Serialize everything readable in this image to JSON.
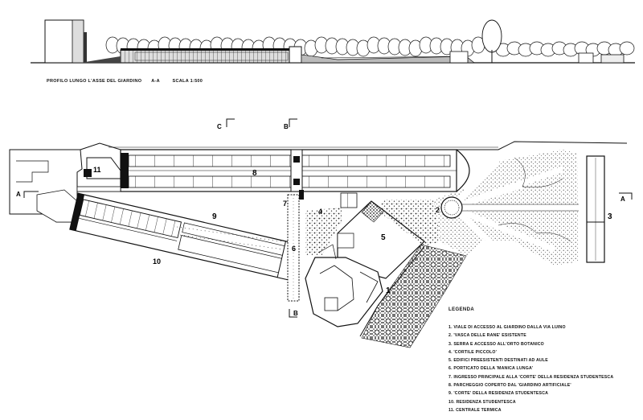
{
  "profile_caption": "PROFILO LUNGO L'ASSE DEL GIARDINO",
  "section_tag": "A-A",
  "scale_text": "SCALA 1:500",
  "section_markers": {
    "a_left": "A",
    "a_right": "A",
    "b_top": "B",
    "b_bottom": "B",
    "c_top": "C"
  },
  "plan_numbers": [
    "1",
    "2",
    "3",
    "4",
    "5",
    "6",
    "7",
    "8",
    "9",
    "10",
    "11"
  ],
  "legend": {
    "title": "LEGENDA",
    "items": [
      "1. VIALE DI ACCESSO AL GIARDINO DALLA VIA LUINO",
      "2. 'VASCA DELLE RANE' ESISTENTE",
      "3. SERRA E ACCESSO ALL'ORTO BOTANICO",
      "4. 'CORTILE PICCOLO'",
      "5. EDIFICI PREESISTENTI DESTINATI AD AULE",
      "6. PORTICATO DELLA 'MANICA LUNGA'",
      "7. INGRESSO PRINCIPALE ALLA 'CORTE' DELLA RESIDENZA STUDENTESCA",
      "8. PARCHEGGIO COPERTO DAL 'GIARDINO ARTIFICIALE'",
      "9. 'CORTE' DELLA RESIDENZA STUDENTESCA",
      "10. RESIDENZA STUDENTESCA",
      "11. CENTRALE TERMICA"
    ]
  },
  "colors": {
    "ink": "#111111",
    "paper": "#ffffff",
    "hatch": "#555555"
  }
}
